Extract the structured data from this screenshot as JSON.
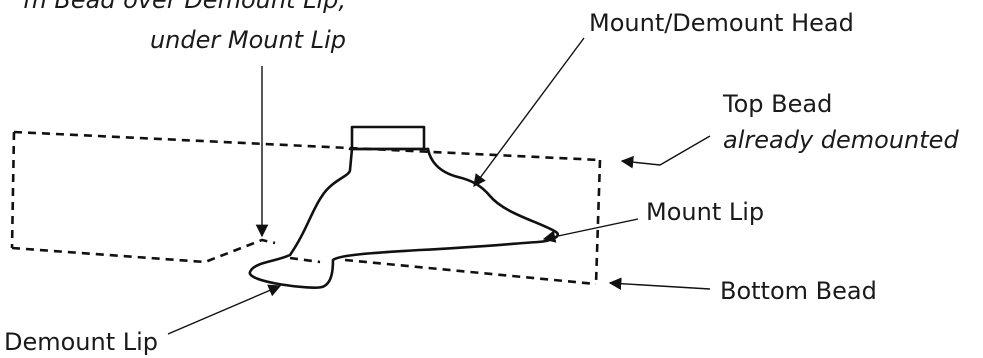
{
  "labels": {
    "bead_over_demount_line1": "m Bead over Demount Lip,",
    "bead_over_demount_line2": "under Mount Lip",
    "mount_demount_head": "Mount/Demount Head",
    "top_bead_line1": "Top Bead",
    "top_bead_line2": "already demounted",
    "mount_lip": "Mount Lip",
    "bottom_bead": "Bottom Bead",
    "demount_lip": "Demount Lip"
  }
}
